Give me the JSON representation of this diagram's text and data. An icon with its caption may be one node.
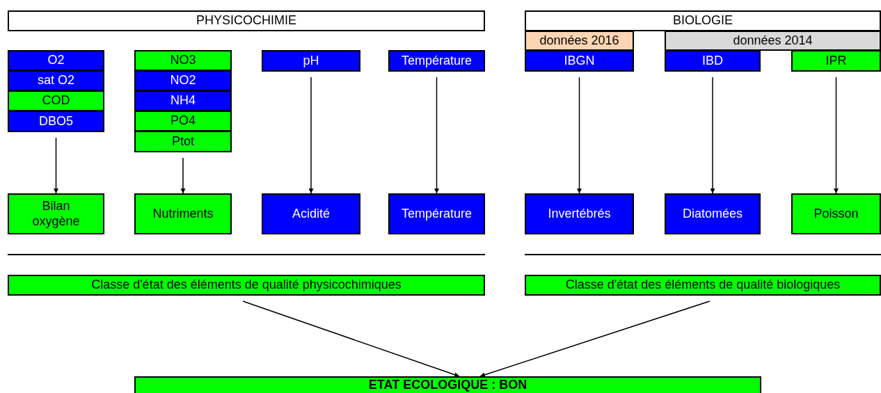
{
  "diagram": {
    "nodes": [
      {
        "text": [
          "PHYSICOCHIMIE"
        ]
      },
      {
        "text": [
          "O2"
        ]
      },
      {
        "text": [
          "sat O2"
        ]
      },
      {
        "text": [
          "COD"
        ]
      },
      {
        "text": [
          "DBO5"
        ]
      },
      {
        "text": [
          "NO3"
        ]
      },
      {
        "text": [
          "NO2"
        ]
      },
      {
        "text": [
          "NH4"
        ]
      },
      {
        "text": [
          "PO4"
        ]
      },
      {
        "text": [
          "Ptot"
        ]
      },
      {
        "text": [
          "pH"
        ]
      },
      {
        "text": [
          "Température"
        ]
      },
      {
        "text": [
          "BIOLOGIE"
        ]
      },
      {
        "text": [
          "données 2016"
        ]
      },
      {
        "text": [
          "données 2014"
        ]
      },
      {
        "text": [
          "IBGN"
        ]
      },
      {
        "text": [
          "IBD"
        ]
      },
      {
        "text": [
          "IPR"
        ]
      },
      {
        "text": [
          "Bilan oxygène"
        ]
      },
      {
        "text": [
          "Nutriments"
        ]
      },
      {
        "text": [
          "Acidité"
        ]
      },
      {
        "text": [
          "Température"
        ]
      },
      {
        "text": [
          "Invertébrés"
        ]
      },
      {
        "text": [
          "Diatomées"
        ]
      },
      {
        "text": [
          "Poisson"
        ]
      },
      {
        "text": [
          "Classe d'état des éléments de qualité physicochimiques"
        ]
      },
      {
        "text": [
          "Classe d'état des éléments de qualité biologiques"
        ]
      },
      {
        "text": [
          "ETAT ECOLOGIQUE : BON"
        ]
      }
    ],
    "edges": [
      {
        "from": 4,
        "to": 18,
        "arrow": "to"
      },
      {
        "from": 9,
        "to": 19,
        "arrow": "to"
      },
      {
        "from": 10,
        "to": 20,
        "arrow": "to"
      },
      {
        "from": 11,
        "to": 21,
        "arrow": "to"
      },
      {
        "from": 15,
        "to": 22,
        "arrow": "to"
      },
      {
        "from": 16,
        "to": 23,
        "arrow": "to"
      },
      {
        "from": 17,
        "to": 24,
        "arrow": "to"
      },
      {
        "from": 25,
        "to": 27,
        "arrow": "to"
      },
      {
        "from": 26,
        "to": 27,
        "arrow": "to"
      }
    ]
  }
}
